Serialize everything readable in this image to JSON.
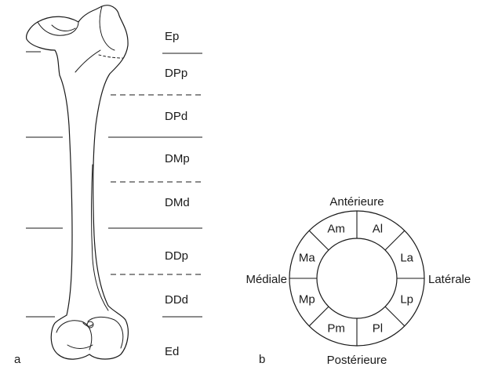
{
  "panel_a": {
    "letter": "a",
    "zones": [
      {
        "label": "Ep"
      },
      {
        "label": "DPp"
      },
      {
        "label": "DPd"
      },
      {
        "label": "DMp"
      },
      {
        "label": "DMd"
      },
      {
        "label": "DDp"
      },
      {
        "label": "DDd"
      },
      {
        "label": "Ed"
      }
    ]
  },
  "panel_b": {
    "letter": "b",
    "directions": {
      "top": "Antérieure",
      "bottom": "Postérieure",
      "left": "Médiale",
      "right": "Latérale"
    },
    "sectors": [
      "Al",
      "La",
      "Lp",
      "Pl",
      "Pm",
      "Mp",
      "Ma",
      "Am"
    ]
  }
}
